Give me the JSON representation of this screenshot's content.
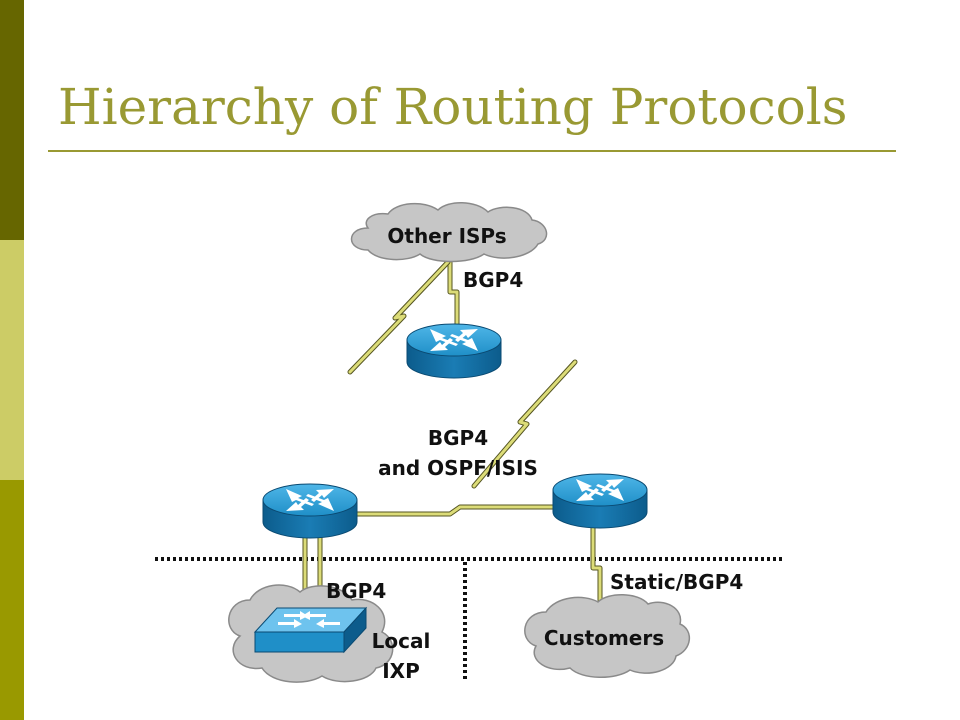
{
  "slide": {
    "title": "Hierarchy of Routing Protocols"
  },
  "diagram": {
    "clouds": {
      "other_isps": "Other ISPs",
      "customers": "Customers",
      "local_ixp_line1": "Local",
      "local_ixp_line2": "IXP"
    },
    "links": {
      "upstream": "BGP4",
      "core_line1": "BGP4",
      "core_line2": "and OSPF/ISIS",
      "ixp": "BGP4",
      "customers": "Static/BGP4"
    },
    "icons": [
      "cloud-icon",
      "router-icon",
      "switch-icon"
    ],
    "colors": {
      "title": "#999933",
      "cloud": "#c6c6c6",
      "router": "#1f8fc8",
      "link": "#d8d870"
    }
  }
}
